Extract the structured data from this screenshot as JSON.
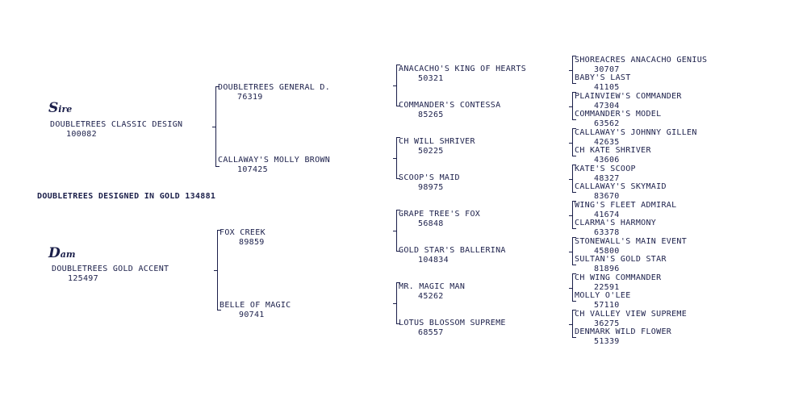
{
  "subject": "DOUBLETREES DESIGNED IN GOLD 134881",
  "sire": {
    "label_initial": "S",
    "label_rest": "ire",
    "name": "DOUBLETREES CLASSIC DESIGN",
    "number": "100082"
  },
  "dam": {
    "label_initial": "D",
    "label_rest": "am",
    "name": "DOUBLETREES GOLD ACCENT",
    "number": "125497"
  },
  "gen2": [
    {
      "name": "DOUBLETREES GENERAL D.",
      "number": "76319"
    },
    {
      "name": "CALLAWAY'S MOLLY BROWN",
      "number": "107425"
    },
    {
      "name": "FOX CREEK",
      "number": "89859"
    },
    {
      "name": "BELLE OF MAGIC",
      "number": "90741"
    }
  ],
  "gen3": [
    {
      "name": "ANACACHO'S KING OF HEARTS",
      "number": "50321"
    },
    {
      "name": "COMMANDER'S CONTESSA",
      "number": "85265"
    },
    {
      "name": "CH WILL SHRIVER",
      "number": "50225"
    },
    {
      "name": "SCOOP'S MAID",
      "number": "98975"
    },
    {
      "name": "GRAPE TREE'S FOX",
      "number": "56848"
    },
    {
      "name": "GOLD STAR'S BALLERINA",
      "number": "104834"
    },
    {
      "name": "MR. MAGIC MAN",
      "number": "45262"
    },
    {
      "name": "LOTUS BLOSSOM SUPREME",
      "number": "68557"
    }
  ],
  "gen4": [
    {
      "name": "SHOREACRES ANACACHO GENIUS",
      "number": "30707"
    },
    {
      "name": "BABY'S LAST",
      "number": "41105"
    },
    {
      "name": "PLAINVIEW'S COMMANDER",
      "number": "47304"
    },
    {
      "name": "COMMANDER'S MODEL",
      "number": "63562"
    },
    {
      "name": "CALLAWAY'S JOHNNY GILLEN",
      "number": "42635"
    },
    {
      "name": "CH KATE SHRIVER",
      "number": "43606"
    },
    {
      "name": "KATE'S SCOOP",
      "number": "48327"
    },
    {
      "name": "CALLAWAY'S SKYMAID",
      "number": "83670"
    },
    {
      "name": "WING'S FLEET ADMIRAL",
      "number": "41674"
    },
    {
      "name": "CLARMA'S HARMONY",
      "number": "63378"
    },
    {
      "name": "STONEWALL'S MAIN EVENT",
      "number": "45800"
    },
    {
      "name": "SULTAN'S GOLD STAR",
      "number": "81896"
    },
    {
      "name": "CH WING COMMANDER",
      "number": "22591"
    },
    {
      "name": "MOLLY O'LEE",
      "number": "57110"
    },
    {
      "name": "CH VALLEY VIEW SUPREME",
      "number": "36275"
    },
    {
      "name": "DENMARK WILD FLOWER",
      "number": "51339"
    }
  ]
}
